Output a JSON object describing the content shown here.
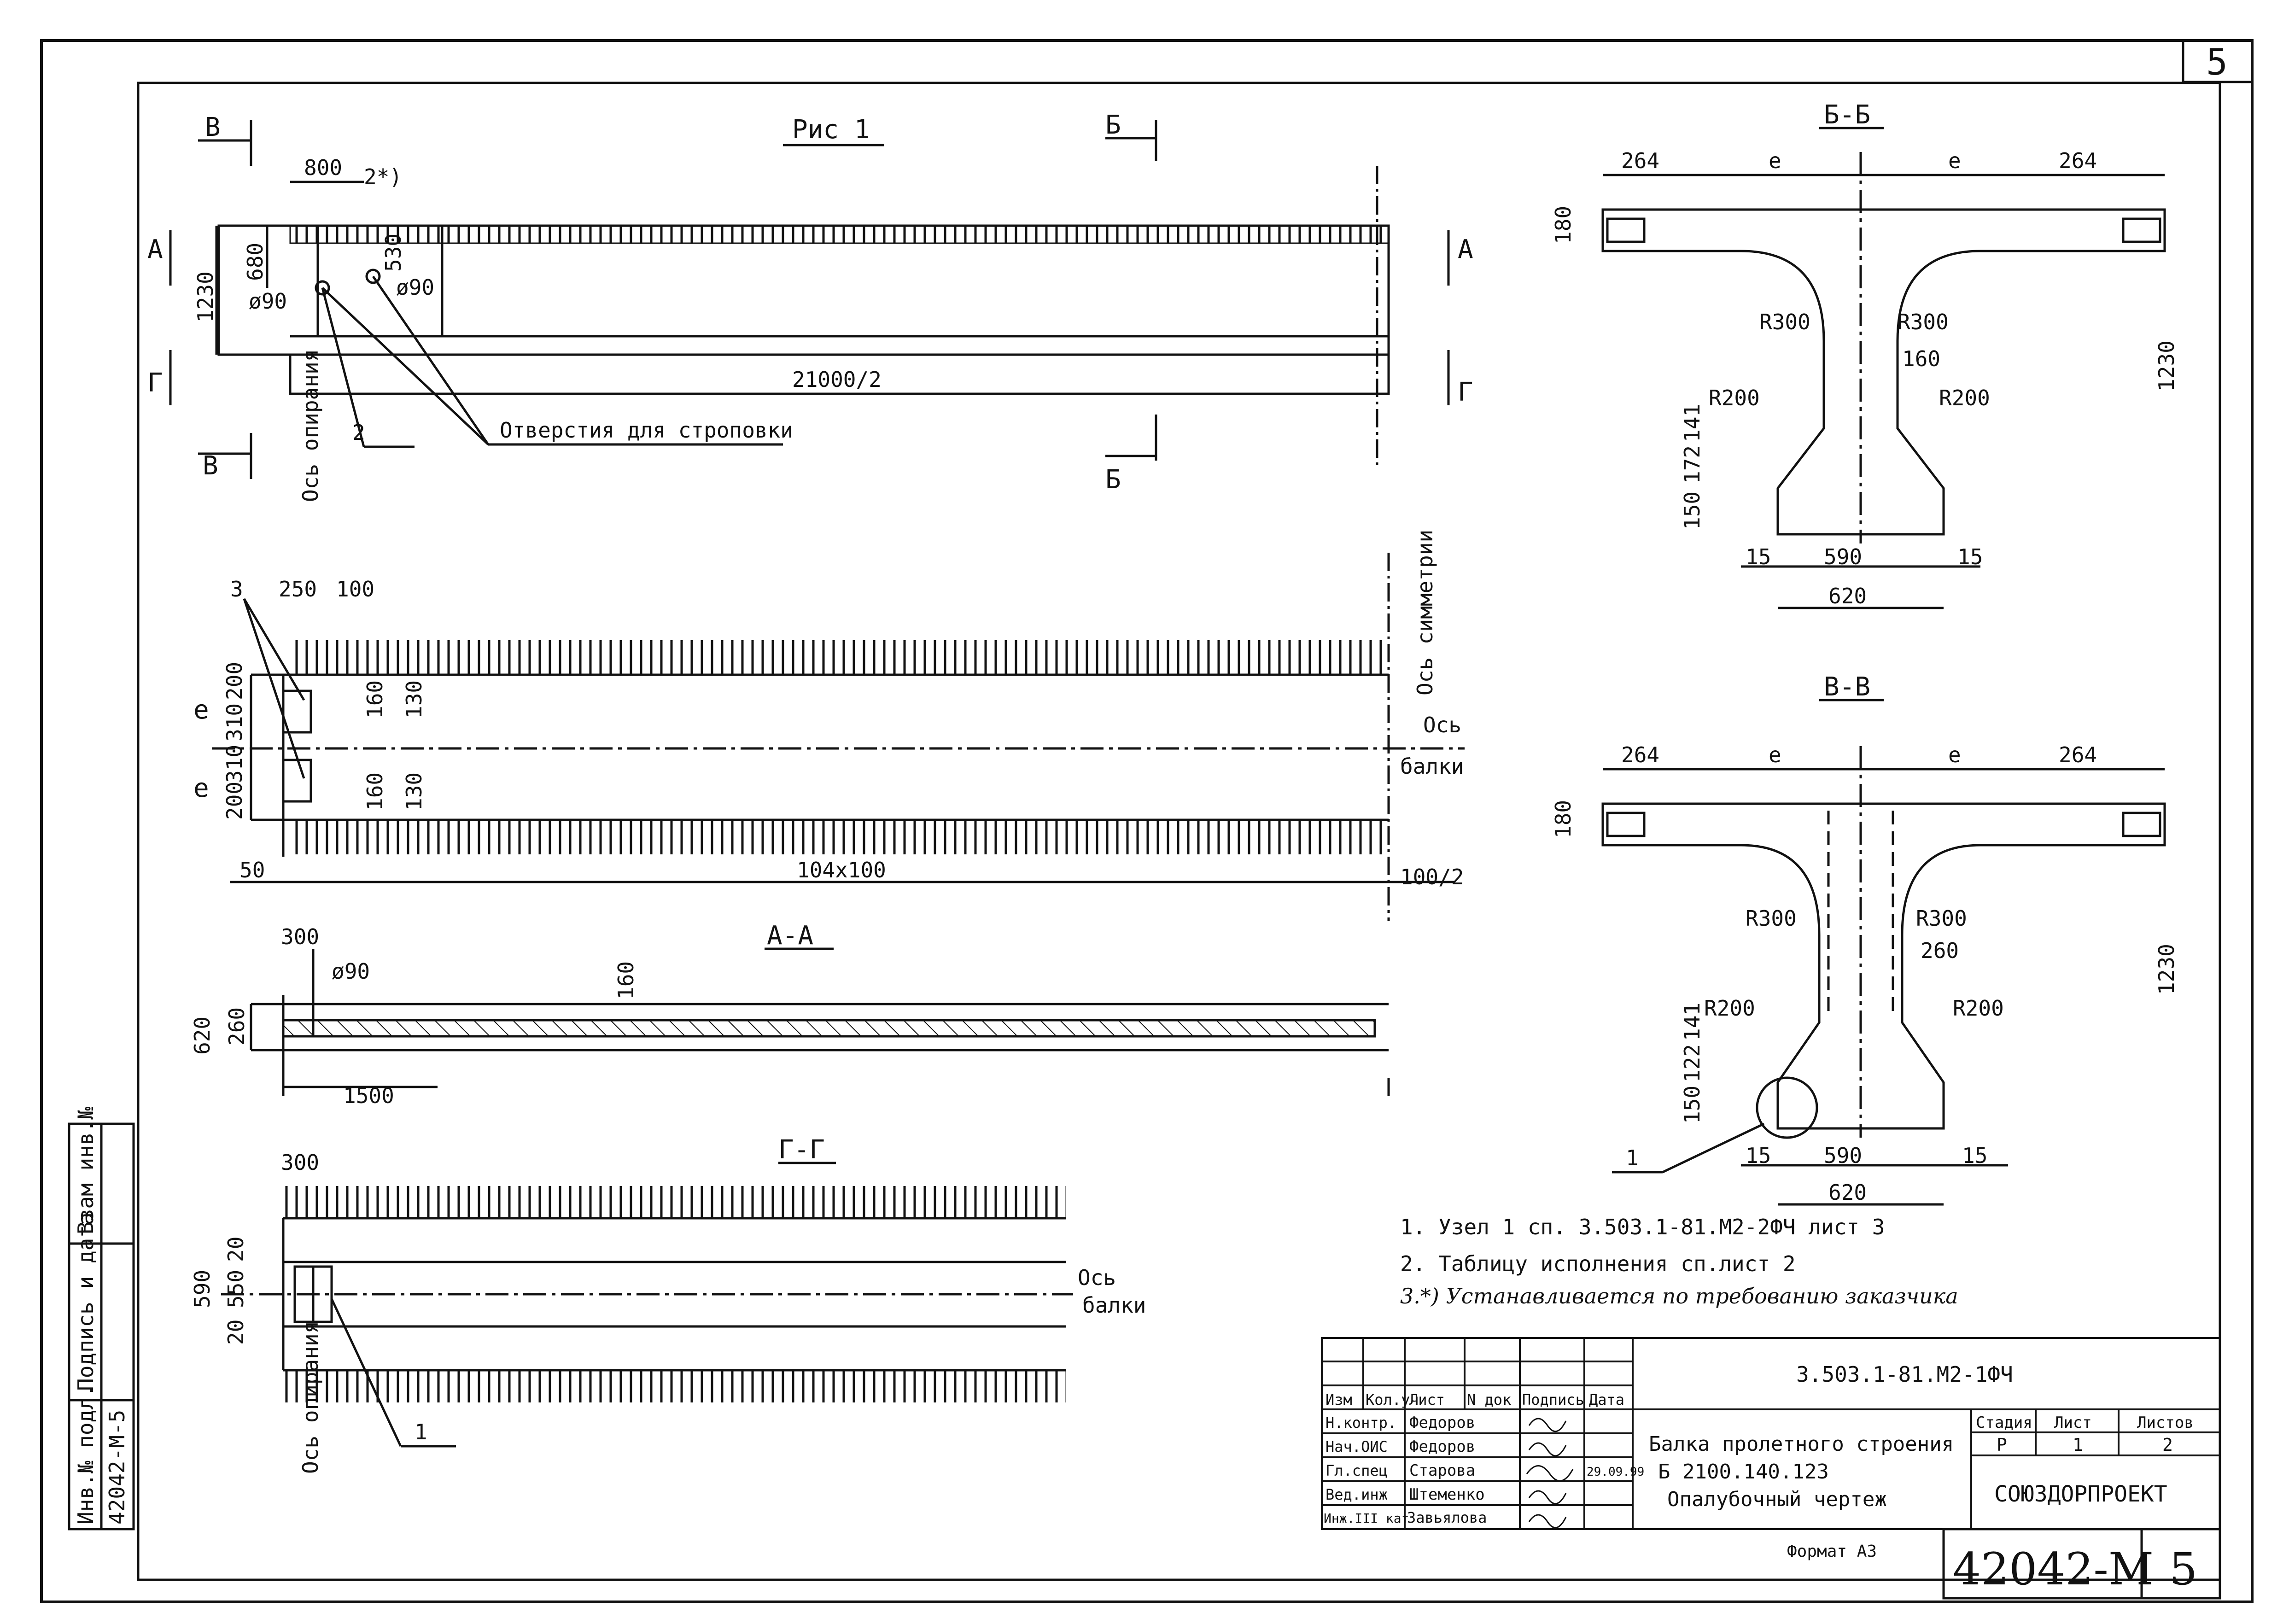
{
  "sheet": {
    "number": "5",
    "code": "42042-М",
    "format": "Формат А3"
  },
  "side_stamp": {
    "inv": "Инв.№ подл.",
    "sign": "Подпись и дата",
    "vzam": "Взам инв.№",
    "inv_value": "42042-М-5"
  },
  "fig1": {
    "title": "Рис 1",
    "dims": {
      "d800": "800",
      "d2star": "2*)",
      "d680": "680",
      "d1230": "1230",
      "d530": "530",
      "phi90a": "ø90",
      "phi90b": "ø90",
      "span": "21000/2"
    },
    "labels": {
      "os_opiraniya": "Ось опирания",
      "leader2": "2",
      "holes": "Отверстия для строповки",
      "cut_v": "В",
      "cut_b": "Б",
      "cut_a": "А",
      "cut_g": "Г"
    }
  },
  "plan": {
    "dims": {
      "d250": "250",
      "d100": "100",
      "n3": "3",
      "d200a": "200",
      "d310a": "310",
      "d310b": "310",
      "d200b": "200",
      "e1": "e",
      "e2": "e",
      "d160a": "160",
      "d130a": "130",
      "d160b": "160",
      "d130b": "130",
      "d50": "50",
      "rib": "104x100",
      "half": "100/2"
    },
    "labels": {
      "os_sym": "Ось симметрии",
      "os": "Ось",
      "balki": "балки"
    }
  },
  "aa": {
    "title": "А-А",
    "dims": {
      "d300": "300",
      "phi": "ø90",
      "d160": "160",
      "d620": "620",
      "d260": "260",
      "d1500": "1500"
    }
  },
  "gg": {
    "title": "Г-Г",
    "dims": {
      "d300": "300",
      "d20a": "20",
      "d590": "590",
      "d550": "550",
      "d20b": "20"
    },
    "labels": {
      "os": "Ось",
      "balki": "балки",
      "os_op": "Ось опирания",
      "n1": "1"
    }
  },
  "bb": {
    "title": "Б-Б",
    "dims": {
      "d264a": "264",
      "e1": "e",
      "e2": "e",
      "d264b": "264",
      "d180": "180",
      "r300a": "R300",
      "r300b": "R300",
      "d160": "160",
      "r200a": "R200",
      "r200b": "R200",
      "d141": "141",
      "d172": "172",
      "d150": "150",
      "d1230": "1230",
      "d15a": "15",
      "d590": "590",
      "d15b": "15",
      "d620": "620"
    }
  },
  "vv": {
    "title": "В-В",
    "dims": {
      "d264a": "264",
      "e1": "e",
      "e2": "e",
      "d264b": "264",
      "d180": "180",
      "r300a": "R300",
      "r300b": "R300",
      "d260": "260",
      "r200a": "R200",
      "r200b": "R200",
      "d141": "141",
      "d122": "122",
      "d150": "150",
      "d1230": "1230",
      "d15a": "15",
      "d590": "590",
      "d15b": "15",
      "d620": "620",
      "n1": "1"
    }
  },
  "notes": [
    "1.   Узел 1 сп. 3.503.1-81.М2-2ФЧ лист 3",
    "2.   Таблицу исполнения сп.лист 2",
    "3.*) Устанавливается по требованию заказчика"
  ],
  "title_block": {
    "doc_code": "3.503.1-81.М2-1ФЧ",
    "headers": [
      "Изм",
      "Кол.уч",
      "Лист",
      "N док",
      "Подпись",
      "Дата"
    ],
    "rows": [
      {
        "role": "Н.контр.",
        "name": "Федоров",
        "sign": "",
        "date": ""
      },
      {
        "role": "Нач.ОИС",
        "name": "Федоров",
        "sign": "",
        "date": ""
      },
      {
        "role": "Гл.спец",
        "name": "Старова",
        "sign": "",
        "date": "29.09.99"
      },
      {
        "role": "Вед.инж",
        "name": "Штеменко",
        "sign": "",
        "date": ""
      },
      {
        "role": "Инж.III кат",
        "name": "Завьялова",
        "sign": "",
        "date": ""
      }
    ],
    "object_name": [
      "Балка пролетного строения",
      "Б 2100.140.123",
      "Опалубочный чертеж"
    ],
    "stage_headers": [
      "Стадия",
      "Лист",
      "Листов"
    ],
    "stage_values": [
      "Р",
      "1",
      "2"
    ],
    "org": "СОЮЗДОРПРОЕКТ"
  }
}
